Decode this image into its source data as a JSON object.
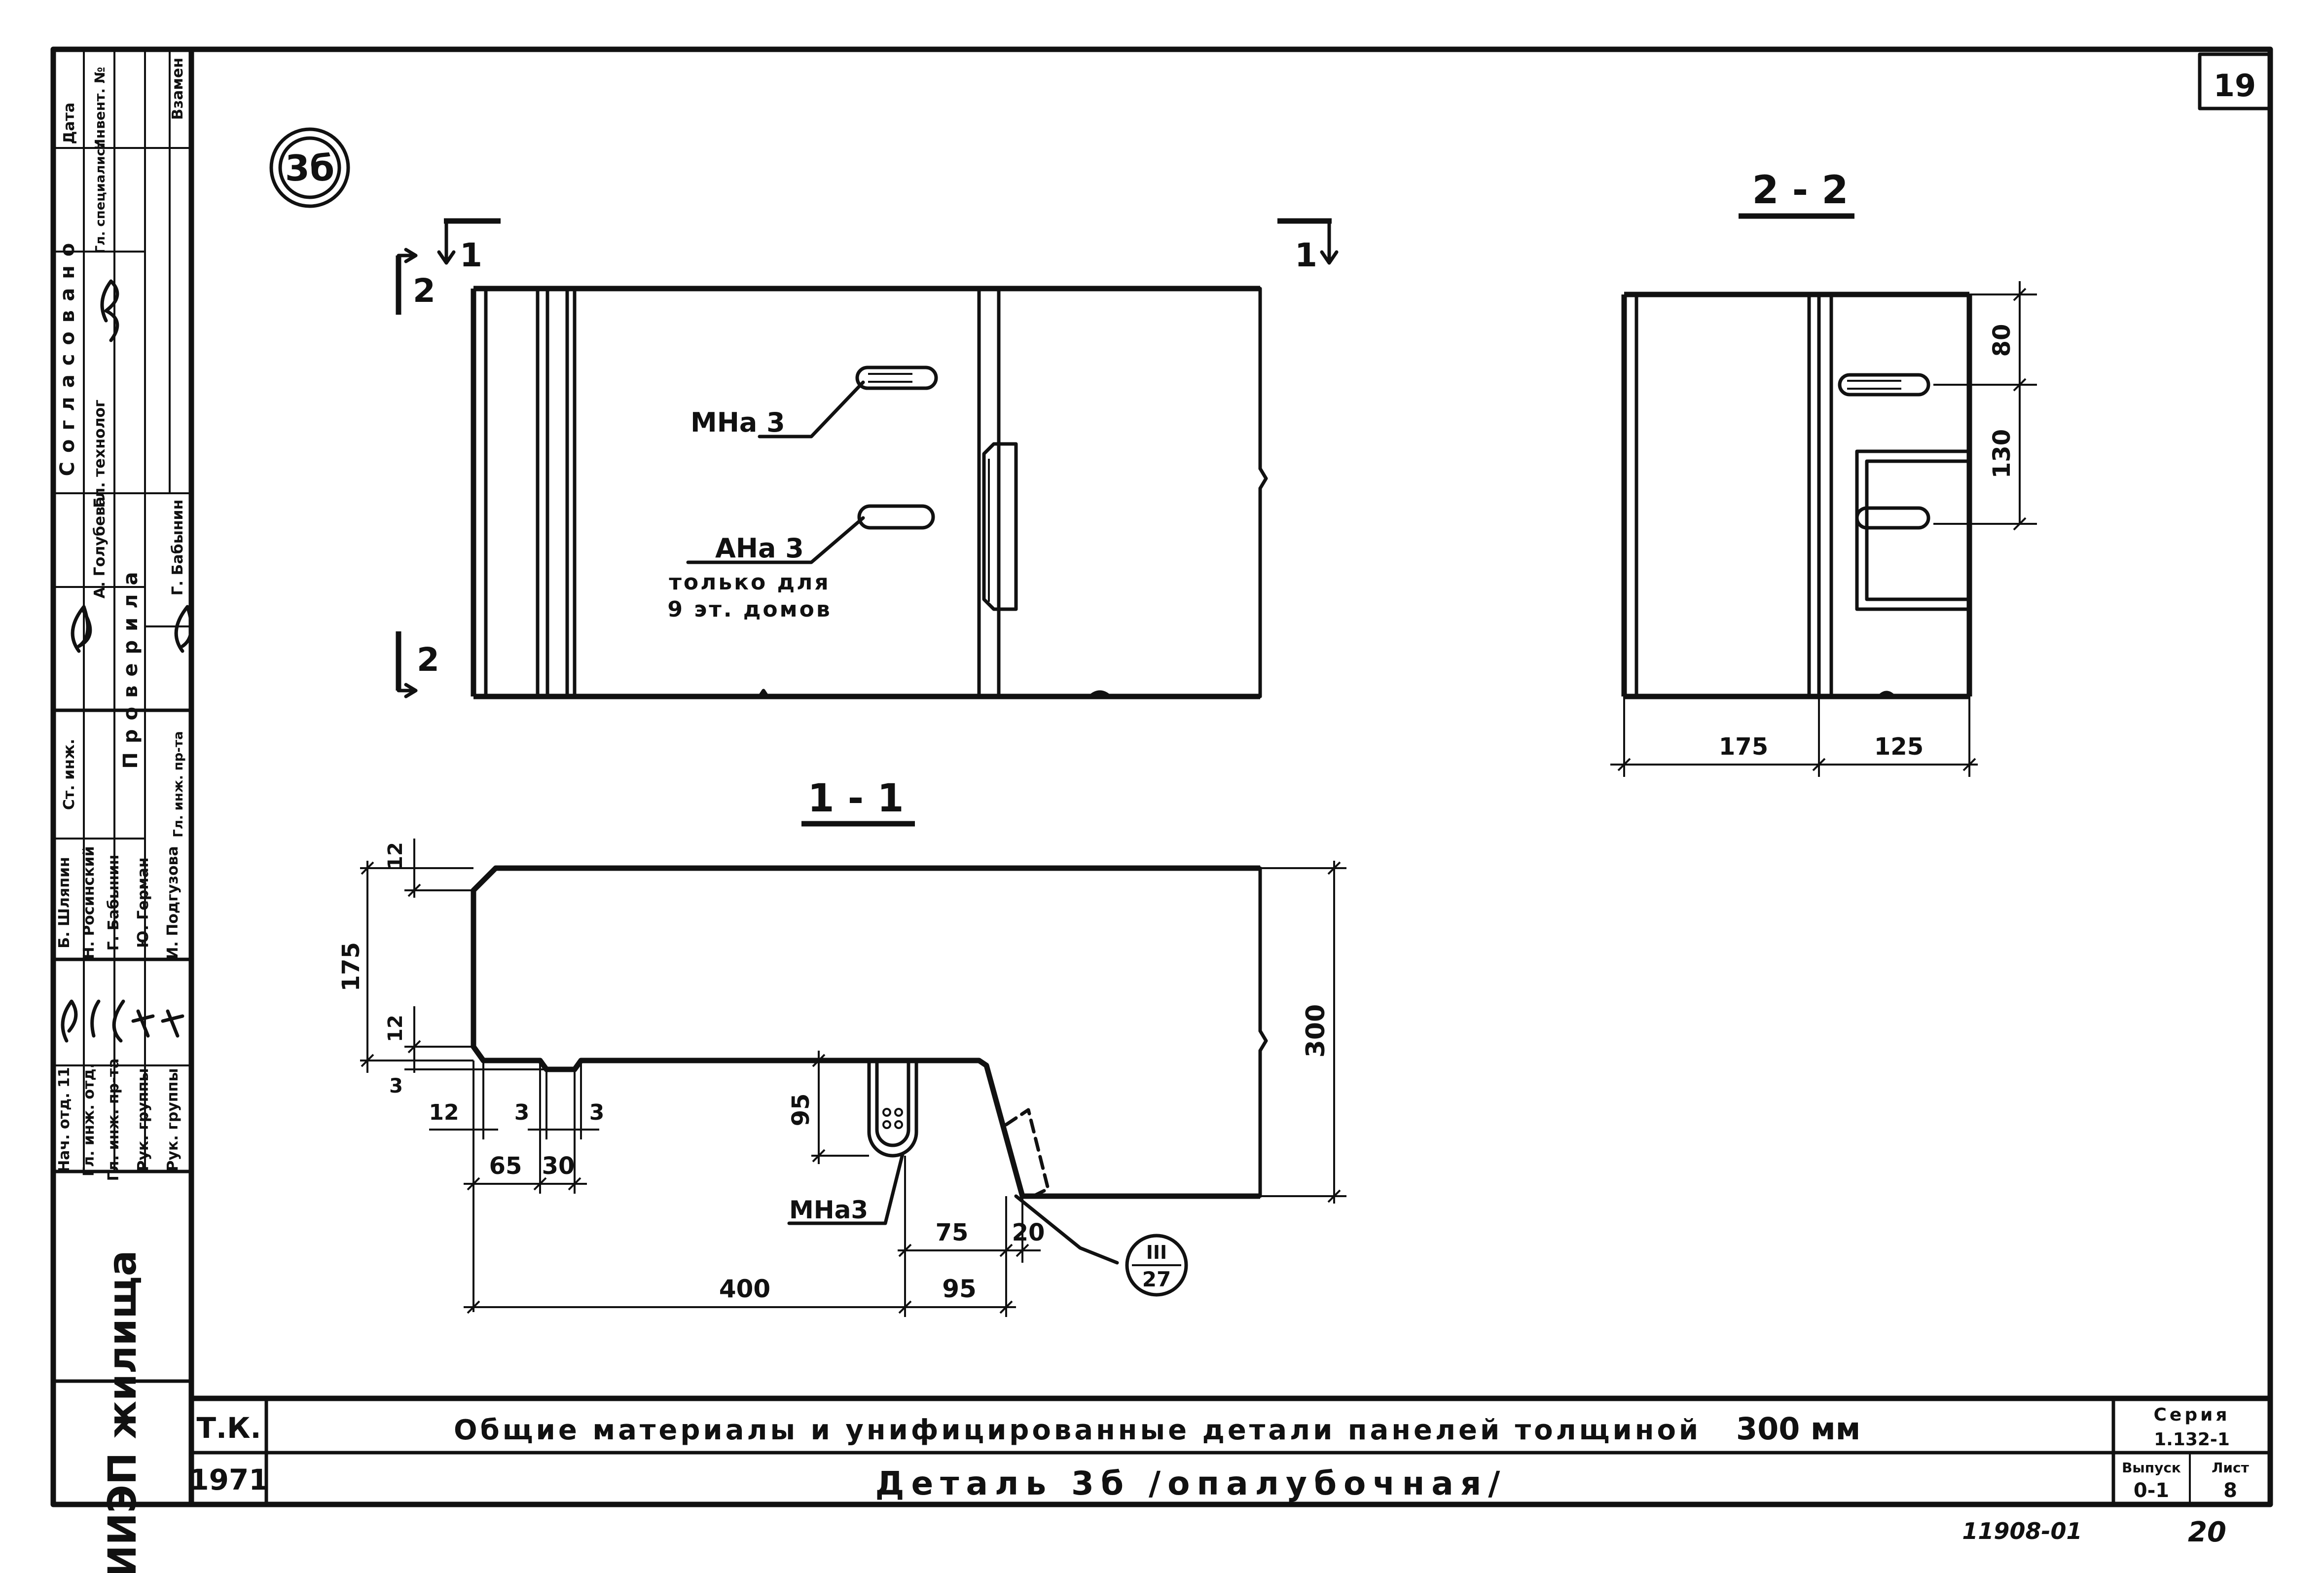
{
  "sheet": {
    "sheet_number": "19",
    "page_number": "20",
    "archive_number": "11908-01"
  },
  "title_block": {
    "code": "Т.К.",
    "year": "1971",
    "title_line1": "Общие материалы и унифицированные детали панелей толщиной",
    "thickness": "300 мм",
    "title_line2": "Деталь 3б /опалубочная/",
    "series_label": "Серия",
    "series_value": "1.132-1",
    "issue_label": "Выпуск",
    "issue_value": "0-1",
    "sheet_label": "Лист",
    "sheet_value": "8"
  },
  "stamp": {
    "organization": "ЦНИИЭП жилища",
    "approval_header": "Согласовано",
    "check_header": "Проверила",
    "columns": [
      "Дата",
      "Инвент. №",
      "Взамен"
    ],
    "approval_roles": [
      "Гл. технолог",
      "Гл. специалист"
    ],
    "approval_names": [
      "А. Голубева"
    ],
    "check_roles": [
      "Гл. инж. пр-та"
    ],
    "check_names": [
      "Г. Бабынин"
    ],
    "roles": [
      "Нач. отд. 11",
      "Гл. инж. отд.",
      "Гл. инж. пр-та",
      "Рук. группы",
      "Рук. группы"
    ],
    "names": [
      "Б. Шляпин",
      "Н. Росинский",
      "Г. Бабынин",
      "Ю. Герман",
      "И. Подгузова"
    ],
    "senior_engineer": "Ст. инж."
  },
  "detail": {
    "mark": "3б",
    "section_1_1": "1 - 1",
    "section_2_2": "2 - 2",
    "cut_1": "1",
    "cut_2": "2"
  },
  "plan_view": {
    "label_mn": "МНа 3",
    "label_an": "АНа 3",
    "note_line1": "только для",
    "note_line2": "9 эт. домов"
  },
  "section_1_1": {
    "label_mn": "МНа3",
    "ref_top": "III",
    "ref_bottom": "27",
    "dims": {
      "d12_top": "12",
      "d175": "175",
      "d12_low": "12",
      "d3_left": "3",
      "d12_b": "12",
      "d3_a": "3",
      "d3_b": "3",
      "d65": "65",
      "d30": "30",
      "d95_v": "95",
      "d300": "300",
      "d75": "75",
      "d20": "20",
      "d400": "400",
      "d95_h": "95"
    }
  },
  "section_2_2": {
    "dims": {
      "d80": "80",
      "d130": "130",
      "d175": "175",
      "d125": "125"
    }
  }
}
